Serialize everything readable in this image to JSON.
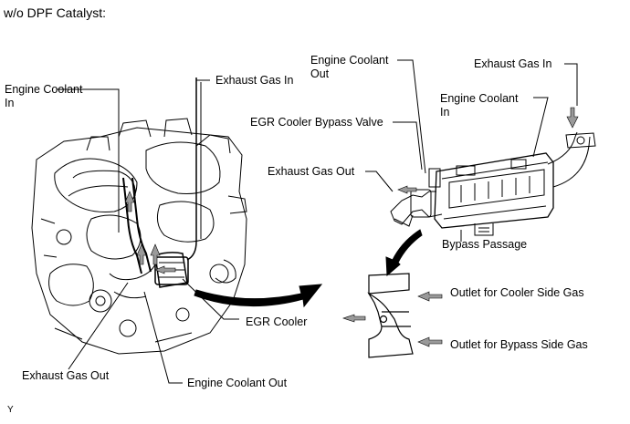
{
  "title": "w/o DPF Catalyst:",
  "figure_id": "Y",
  "labels": {
    "coolant_in_left": "Engine Coolant\nIn",
    "exhaust_in_left": "Exhaust Gas In",
    "coolant_out_top": "Engine Coolant\nOut",
    "exhaust_in_right": "Exhaust Gas In",
    "coolant_in_right": "Engine Coolant\nIn",
    "bypass_valve": "EGR Cooler Bypass Valve",
    "exhaust_out_right": "Exhaust Gas Out",
    "bypass_passage": "Bypass Passage",
    "outlet_cooler": "Outlet for Cooler Side Gas",
    "outlet_bypass": "Outlet for Bypass Side Gas",
    "egr_cooler": "EGR Cooler",
    "exhaust_out_left": "Exhaust Gas Out",
    "coolant_out_bottom": "Engine Coolant Out"
  },
  "colors": {
    "arrow_gray": "#9a9a9a",
    "line": "#000000"
  }
}
